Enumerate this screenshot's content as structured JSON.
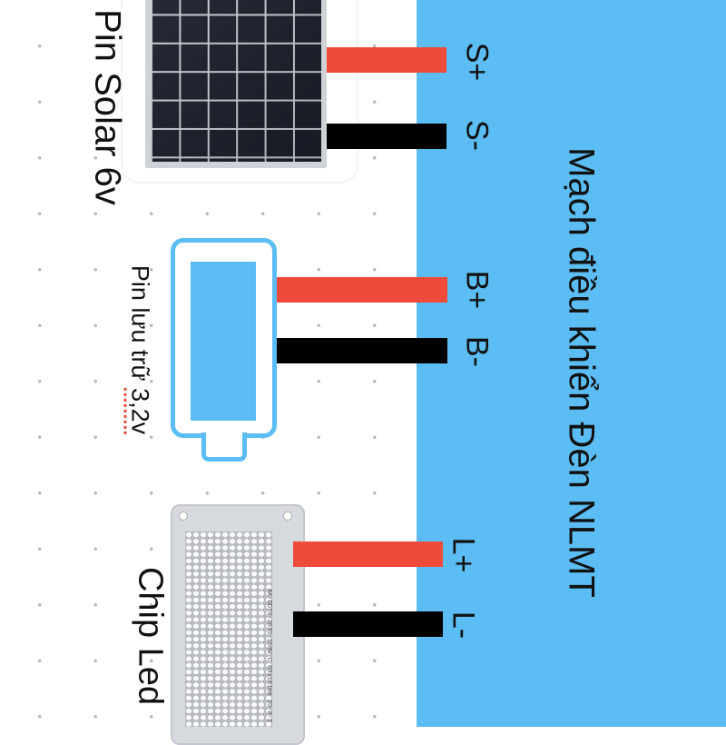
{
  "controller": {
    "label": "Mạch điều khiển Đèn NLMT"
  },
  "components": {
    "solar": {
      "label": "Pin Solar 6v"
    },
    "battery": {
      "label_main": "Pin lưu trữ ",
      "label_value": "3,2v"
    },
    "led": {
      "label": "Chip Led",
      "board_text": "AK-DD78-2835-150W  C  69x161mm  20-0-2"
    }
  },
  "terminals": {
    "s_plus": "S+",
    "s_minus": "S-",
    "b_plus": "B+",
    "b_minus": "B-",
    "l_plus": "L+",
    "l_minus": "L-"
  },
  "colors": {
    "controller": "#5bbdf3",
    "positive_wire": "#ee4b3b",
    "negative_wire": "#000000",
    "battery": "#5bbdf3"
  }
}
